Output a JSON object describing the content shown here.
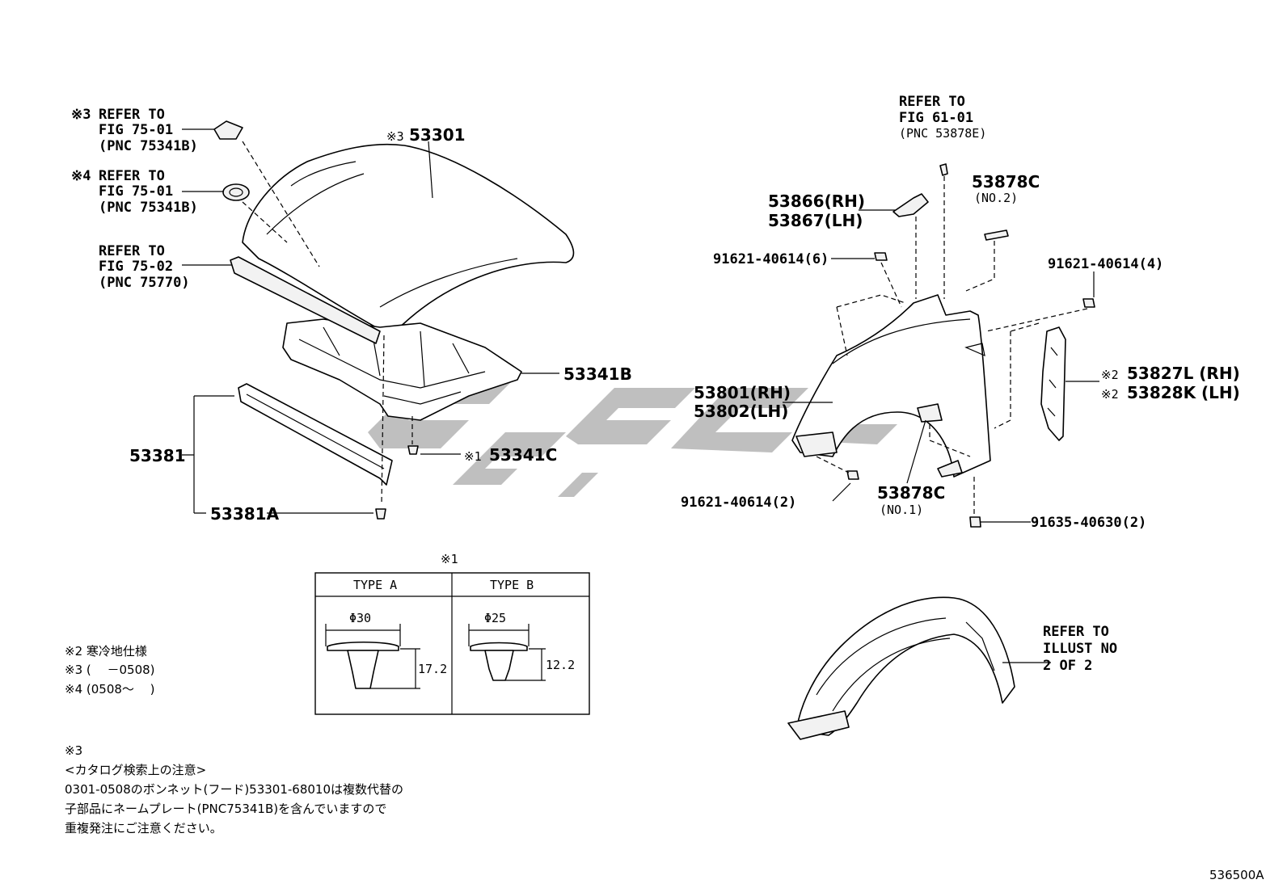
{
  "notes_left": {
    "ref1": {
      "mark": "※3",
      "l1": "REFER TO",
      "l2": "FIG 75-01",
      "l3": "(PNC 75341B)"
    },
    "ref2": {
      "mark": "※4",
      "l1": "REFER TO",
      "l2": "FIG 75-01",
      "l3": "(PNC 75341B)"
    },
    "ref3": {
      "l1": "REFER TO",
      "l2": "FIG 75-02",
      "l3": "(PNC 75770)"
    }
  },
  "parts": {
    "hood_mark": "※3",
    "hood": "53301",
    "insulator": "53341B",
    "seal": "53381",
    "seal_clip": "53381A",
    "clip_mark": "※1",
    "clip": "53341C",
    "fender_ref": {
      "l1": "REFER TO",
      "l2": "FIG 61-01",
      "l3": "(PNC 53878E)"
    },
    "bracket_rh": "53866(RH)",
    "bracket_lh": "53867(LH)",
    "cushion2": "53878C",
    "cushion2_sub": "(NO.2)",
    "bolt6": "91621-40614(6)",
    "bolt4": "91621-40614(4)",
    "seal_mark": "※2",
    "seal_rh": "53827L (RH)",
    "seal_lh": "53828K (LH)",
    "fender_rh": "53801(RH)",
    "fender_lh": "53802(LH)",
    "bolt2": "91621-40614(2)",
    "cushion1": "53878C",
    "cushion1_sub": "(NO.1)",
    "screw": "91635-40630(2)",
    "liner_ref": {
      "l1": "REFER TO",
      "l2": "ILLUST NO",
      "l3": "2 OF 2"
    }
  },
  "clip_table": {
    "mark": "※1",
    "type_a": "TYPE A",
    "type_b": "TYPE B",
    "a_dia": "Φ30",
    "a_h": "17.2",
    "b_dia": "Φ25",
    "b_h": "12.2"
  },
  "footnotes": {
    "n2": "※2 寒冷地仕様",
    "n3": "※3 (　 －0508)",
    "n4": "※4 (0508～　 )"
  },
  "remark": {
    "mark": "※3",
    "title": "<カタログ検索上の注意>",
    "line1": "0301-0508のボンネット(フード)53301-68010は複数代替の",
    "line2": "子部品にネームプレート(PNC75341B)を含んでいますので",
    "line3": "重複発注にご注意ください。"
  },
  "figure_code": "536500A",
  "watermark_color": "#a9a9a9"
}
